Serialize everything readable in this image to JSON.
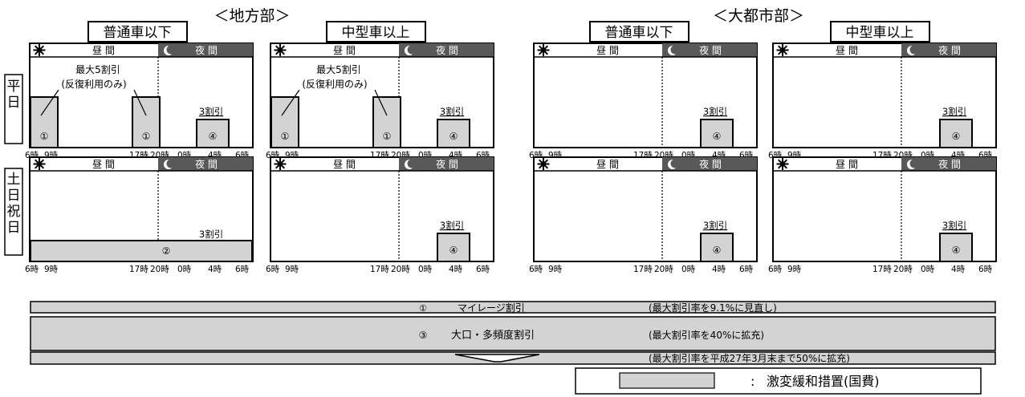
{
  "region_titles": [
    "＜地方部＞",
    "＜大都市部＞"
  ],
  "vehicle_classes": [
    "普通車以下",
    "中型車以上",
    "普通車以下",
    "中型車以上"
  ],
  "row_labels": [
    "平日",
    "土日祝日"
  ],
  "day_label": "昼 間",
  "night_label": "夜 間",
  "time_ticks": [
    "6時",
    "9時",
    "17時",
    "20時",
    "0時",
    "4時",
    "6時"
  ],
  "discount_labels": {
    "max5": "最大5割引",
    "repeat_only": "(反復利用のみ)",
    "thirty": "3割引"
  },
  "markers": {
    "one": "①",
    "two": "②",
    "three": "③",
    "four": "④"
  },
  "programs": {
    "mileage": {
      "num": "①",
      "name": "マイレージ割引",
      "note": "(最大割引率を9.1%に見直し)"
    },
    "bulk": {
      "num": "③",
      "name": "大口・多頻度割引",
      "note": "(最大割引率を40%に拡充)"
    },
    "extension_note": "(最大割引率を平成27年3月末まで50%に拡充)"
  },
  "legend": {
    "colon": ":",
    "label": "激変緩和措置(国費)"
  },
  "colors": {
    "fill": "#d3d3d3",
    "night_header": "#595959",
    "band": "#d3d3d3"
  }
}
